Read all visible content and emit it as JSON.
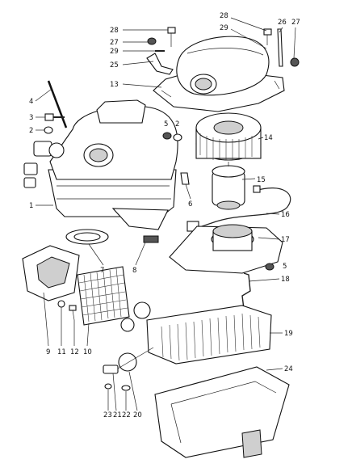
{
  "diagram": {
    "callouts": [
      {
        "key": "n28a",
        "text": "28"
      },
      {
        "key": "n27a",
        "text": "27"
      },
      {
        "key": "n29a",
        "text": "29"
      },
      {
        "key": "n25",
        "text": "25"
      },
      {
        "key": "n13",
        "text": "13"
      },
      {
        "key": "n28b",
        "text": "28"
      },
      {
        "key": "n29b",
        "text": "29"
      },
      {
        "key": "n26",
        "text": "26"
      },
      {
        "key": "n27b",
        "text": "27"
      },
      {
        "key": "n4",
        "text": "4"
      },
      {
        "key": "n3",
        "text": "3"
      },
      {
        "key": "n2a",
        "text": "2"
      },
      {
        "key": "n5a",
        "text": "5"
      },
      {
        "key": "n2b",
        "text": "2"
      },
      {
        "key": "n14",
        "text": "14"
      },
      {
        "key": "n1",
        "text": "1"
      },
      {
        "key": "n6",
        "text": "6"
      },
      {
        "key": "n15",
        "text": "15"
      },
      {
        "key": "n16",
        "text": "16"
      },
      {
        "key": "n17",
        "text": "17"
      },
      {
        "key": "n7",
        "text": "7"
      },
      {
        "key": "n8",
        "text": "8"
      },
      {
        "key": "n5b",
        "text": "5"
      },
      {
        "key": "n18",
        "text": "18"
      },
      {
        "key": "n19",
        "text": "19"
      },
      {
        "key": "n9",
        "text": "9"
      },
      {
        "key": "n11",
        "text": "11"
      },
      {
        "key": "n12",
        "text": "12"
      },
      {
        "key": "n10",
        "text": "10"
      },
      {
        "key": "n24",
        "text": "24"
      },
      {
        "key": "n23",
        "text": "23"
      },
      {
        "key": "n21",
        "text": "21"
      },
      {
        "key": "n22",
        "text": "22"
      },
      {
        "key": "n20",
        "text": "20"
      }
    ]
  }
}
